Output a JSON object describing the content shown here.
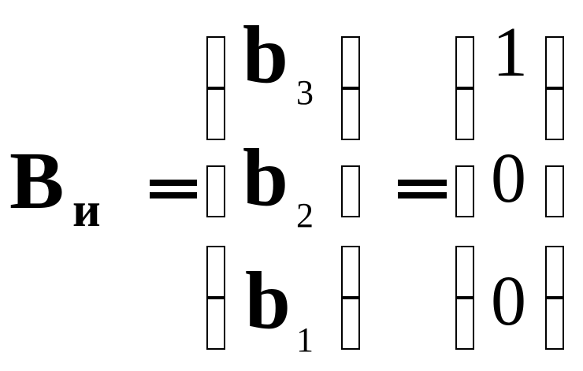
{
  "equation": {
    "lhs_symbol": "B",
    "lhs_subscript": "и",
    "vector_symbolic": [
      {
        "symbol": "b",
        "subscript": "3"
      },
      {
        "symbol": "b",
        "subscript": "2"
      },
      {
        "symbol": "b",
        "subscript": "1"
      }
    ],
    "vector_numeric": [
      "1",
      "0",
      "0"
    ]
  }
}
